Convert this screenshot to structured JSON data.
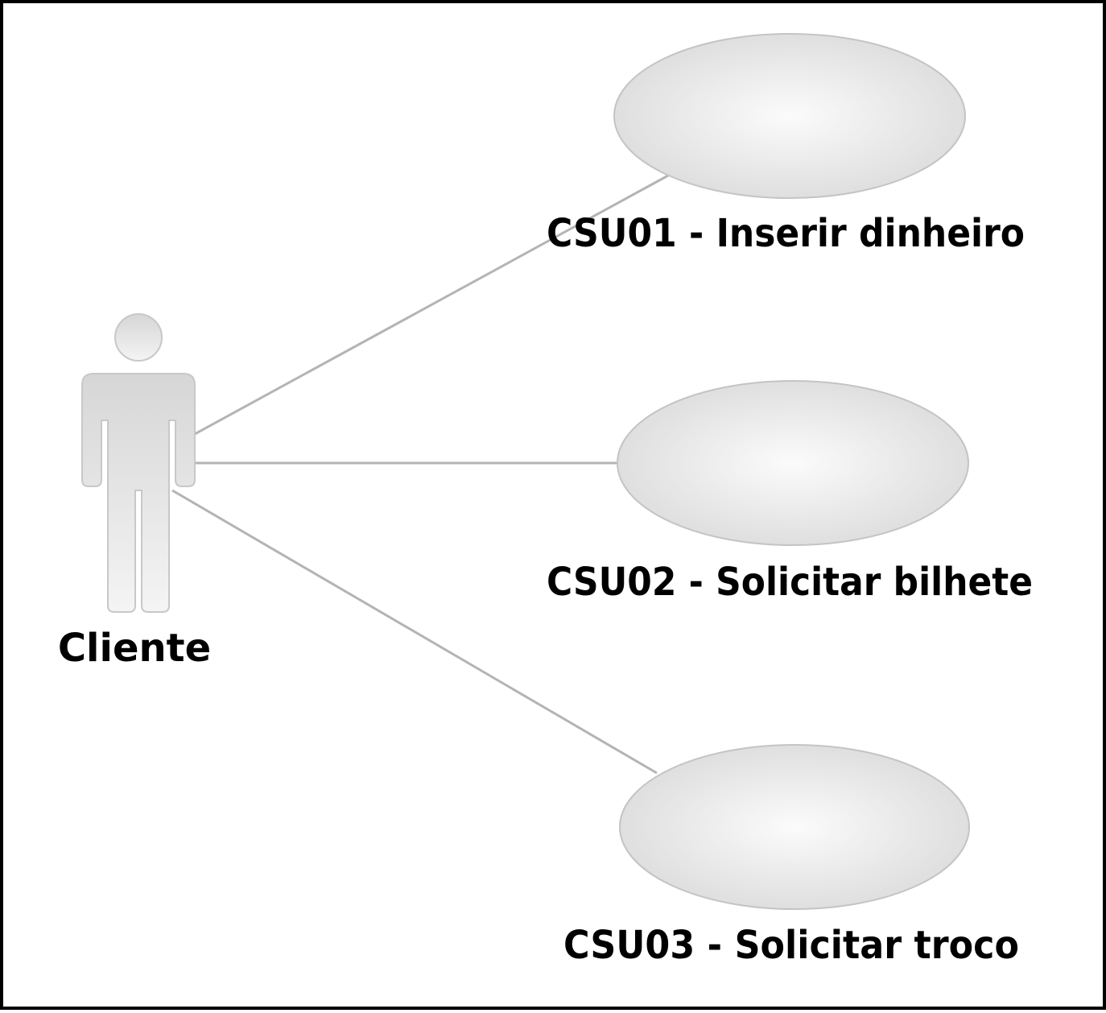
{
  "actor": {
    "name": "Cliente",
    "icon": "stick-figure-actor-icon"
  },
  "use_cases": [
    {
      "id": "csu01",
      "label": "CSU01 - Inserir dinheiro"
    },
    {
      "id": "csu02",
      "label": "CSU02 - Solicitar bilhete"
    },
    {
      "id": "csu03",
      "label": "CSU03 - Solicitar troco"
    }
  ],
  "associations": [
    {
      "from": "Cliente",
      "to": "csu01"
    },
    {
      "from": "Cliente",
      "to": "csu02"
    },
    {
      "from": "Cliente",
      "to": "csu03"
    }
  ],
  "colors": {
    "border": "#000000",
    "line": "#b4b4b4",
    "shape_fill_center": "#fbfbfb",
    "shape_fill_edge": "#dcdcdc",
    "shape_stroke": "#c4c4c4",
    "text": "#000000"
  }
}
